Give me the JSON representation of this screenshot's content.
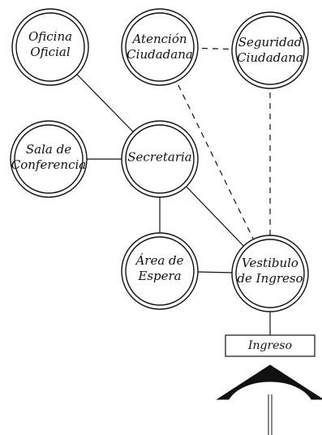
{
  "nodes": [
    {
      "id": "oficina",
      "label": "Oficina\nOficial"
    },
    {
      "id": "atencion",
      "label": "Atención\nCiudadana"
    },
    {
      "id": "seguridad",
      "label": "Seguridad\nCiudadana"
    },
    {
      "id": "sala",
      "label": "Sala de\nConferencia"
    },
    {
      "id": "secretaria",
      "label": "Secretaria"
    },
    {
      "id": "espera",
      "label": "Área de\nEspera"
    },
    {
      "id": "vestibulo",
      "label": "Vestibulo\nde Ingreso"
    }
  ],
  "connections": [
    {
      "from": "oficina",
      "to": "secretaria",
      "style": "solid"
    },
    {
      "from": "sala",
      "to": "secretaria",
      "style": "solid"
    },
    {
      "from": "secretaria",
      "to": "espera",
      "style": "solid"
    },
    {
      "from": "secretaria",
      "to": "vestibulo",
      "style": "solid"
    },
    {
      "from": "espera",
      "to": "vestibulo",
      "style": "solid"
    },
    {
      "from": "atencion",
      "to": "seguridad",
      "style": "dashed"
    },
    {
      "from": "atencion",
      "to": "vestibulo",
      "style": "dashed"
    },
    {
      "from": "seguridad",
      "to": "vestibulo",
      "style": "dashed"
    }
  ],
  "entry": {
    "label": "Ingreso"
  },
  "colors": {
    "stroke": "#111111",
    "fill": "#ffffff"
  }
}
